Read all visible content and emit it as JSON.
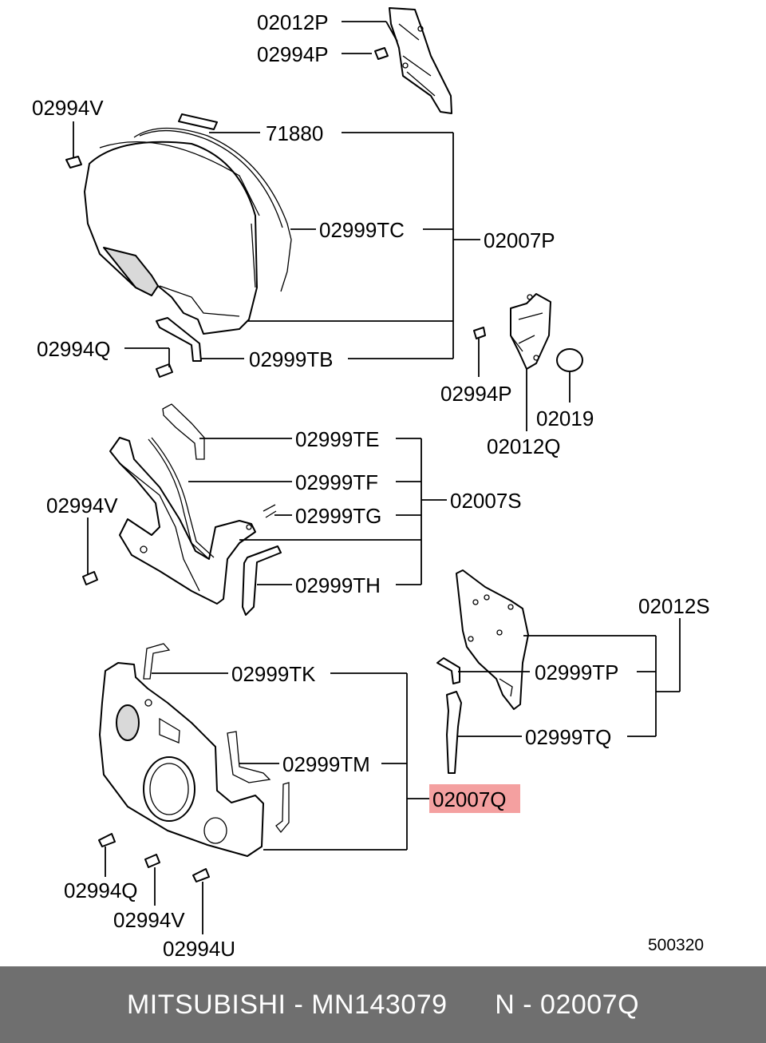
{
  "diagram": {
    "labels": {
      "p02012P": "02012P",
      "p02994P_top": "02994P",
      "p02994V_top": "02994V",
      "p71880": "71880",
      "p02999TC": "02999TC",
      "p02007P": "02007P",
      "p02994Q_mid": "02994Q",
      "p02999TB": "02999TB",
      "p02994P_right": "02994P",
      "p02019": "02019",
      "p02012Q": "02012Q",
      "p02999TE": "02999TE",
      "p02999TF": "02999TF",
      "p02999TG": "02999TG",
      "p02007S": "02007S",
      "p02994V_mid": "02994V",
      "p02999TH": "02999TH",
      "p02012S": "02012S",
      "p02999TK": "02999TK",
      "p02999TP": "02999TP",
      "p02999TQ": "02999TQ",
      "p02999TM": "02999TM",
      "p02007Q": "02007Q",
      "p02994Q_bot": "02994Q",
      "p02994V_bot": "02994V",
      "p02994U": "02994U"
    },
    "reference_number": "500320",
    "highlight_color": "#f4a0a0"
  },
  "footer": {
    "brand": "MITSUBISHI",
    "separator": " - ",
    "part_number": "MN143079",
    "ref_prefix": "N - ",
    "ref_code": "02007Q"
  }
}
